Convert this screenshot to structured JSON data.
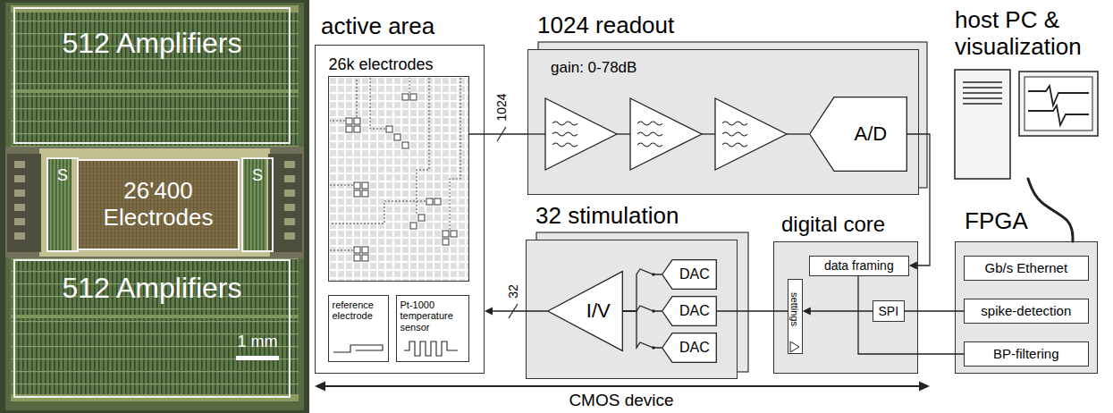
{
  "diagram": {
    "nodes": [
      {
        "text": [
          "512 Amplifiers"
        ]
      },
      {
        "text": [
          "S"
        ]
      },
      {
        "text": [
          "26'400 Electrodes"
        ]
      },
      {
        "text": [
          "S"
        ]
      },
      {
        "text": [
          "512 Amplifiers"
        ]
      },
      {
        "text": [
          "active area"
        ]
      },
      {
        "text": [
          "26k electrodes"
        ],
        "in": 5
      },
      {
        "text": [
          "reference electrode"
        ],
        "in": 5
      },
      {
        "text": [
          "Pt-1000 temperature sensor"
        ],
        "in": 5
      },
      {
        "text": [
          "1024 readout",
          "gain: 0-78dB"
        ]
      },
      {
        "text": [
          "A/D"
        ],
        "in": 9
      },
      {
        "text": [
          "32 stimulation"
        ]
      },
      {
        "text": [
          "I/V"
        ],
        "in": 11
      },
      {
        "text": [
          "DAC"
        ],
        "in": 11
      },
      {
        "text": [
          "DAC"
        ],
        "in": 11
      },
      {
        "text": [
          "DAC"
        ],
        "in": 11
      },
      {
        "text": [
          "digital core"
        ]
      },
      {
        "text": [
          "data framing"
        ],
        "in": 16
      },
      {
        "text": [
          "settings"
        ],
        "in": 16
      },
      {
        "text": [
          "SPI"
        ],
        "in": 16
      },
      {
        "text": [
          "FPGA"
        ]
      },
      {
        "text": [
          "Gb/s Ethernet"
        ],
        "in": 20
      },
      {
        "text": [
          "spike-detection"
        ],
        "in": 20
      },
      {
        "text": [
          "BP-filtering"
        ],
        "in": 20
      },
      {
        "text": [
          "host PC & visualization"
        ]
      }
    ],
    "edges": [
      {
        "from": 6,
        "to": 9,
        "arrow": "none",
        "label": "1024"
      },
      {
        "from": 12,
        "to": 5,
        "arrow": "to",
        "label": "32"
      },
      {
        "from": 13,
        "to": 12,
        "arrow": "none"
      },
      {
        "from": 14,
        "to": 12,
        "arrow": "none"
      },
      {
        "from": 15,
        "to": 12,
        "arrow": "none"
      },
      {
        "from": 10,
        "to": 17,
        "arrow": "to"
      },
      {
        "from": 17,
        "to": 23,
        "arrow": "none"
      },
      {
        "from": 19,
        "to": 22,
        "arrow": "none"
      },
      {
        "from": 19,
        "to": 18,
        "arrow": "to"
      },
      {
        "from": 18,
        "to": 14,
        "arrow": "none"
      },
      {
        "from": 20,
        "to": 24,
        "arrow": "none"
      }
    ],
    "labels": [
      "1 mm",
      "CMOS device"
    ]
  }
}
